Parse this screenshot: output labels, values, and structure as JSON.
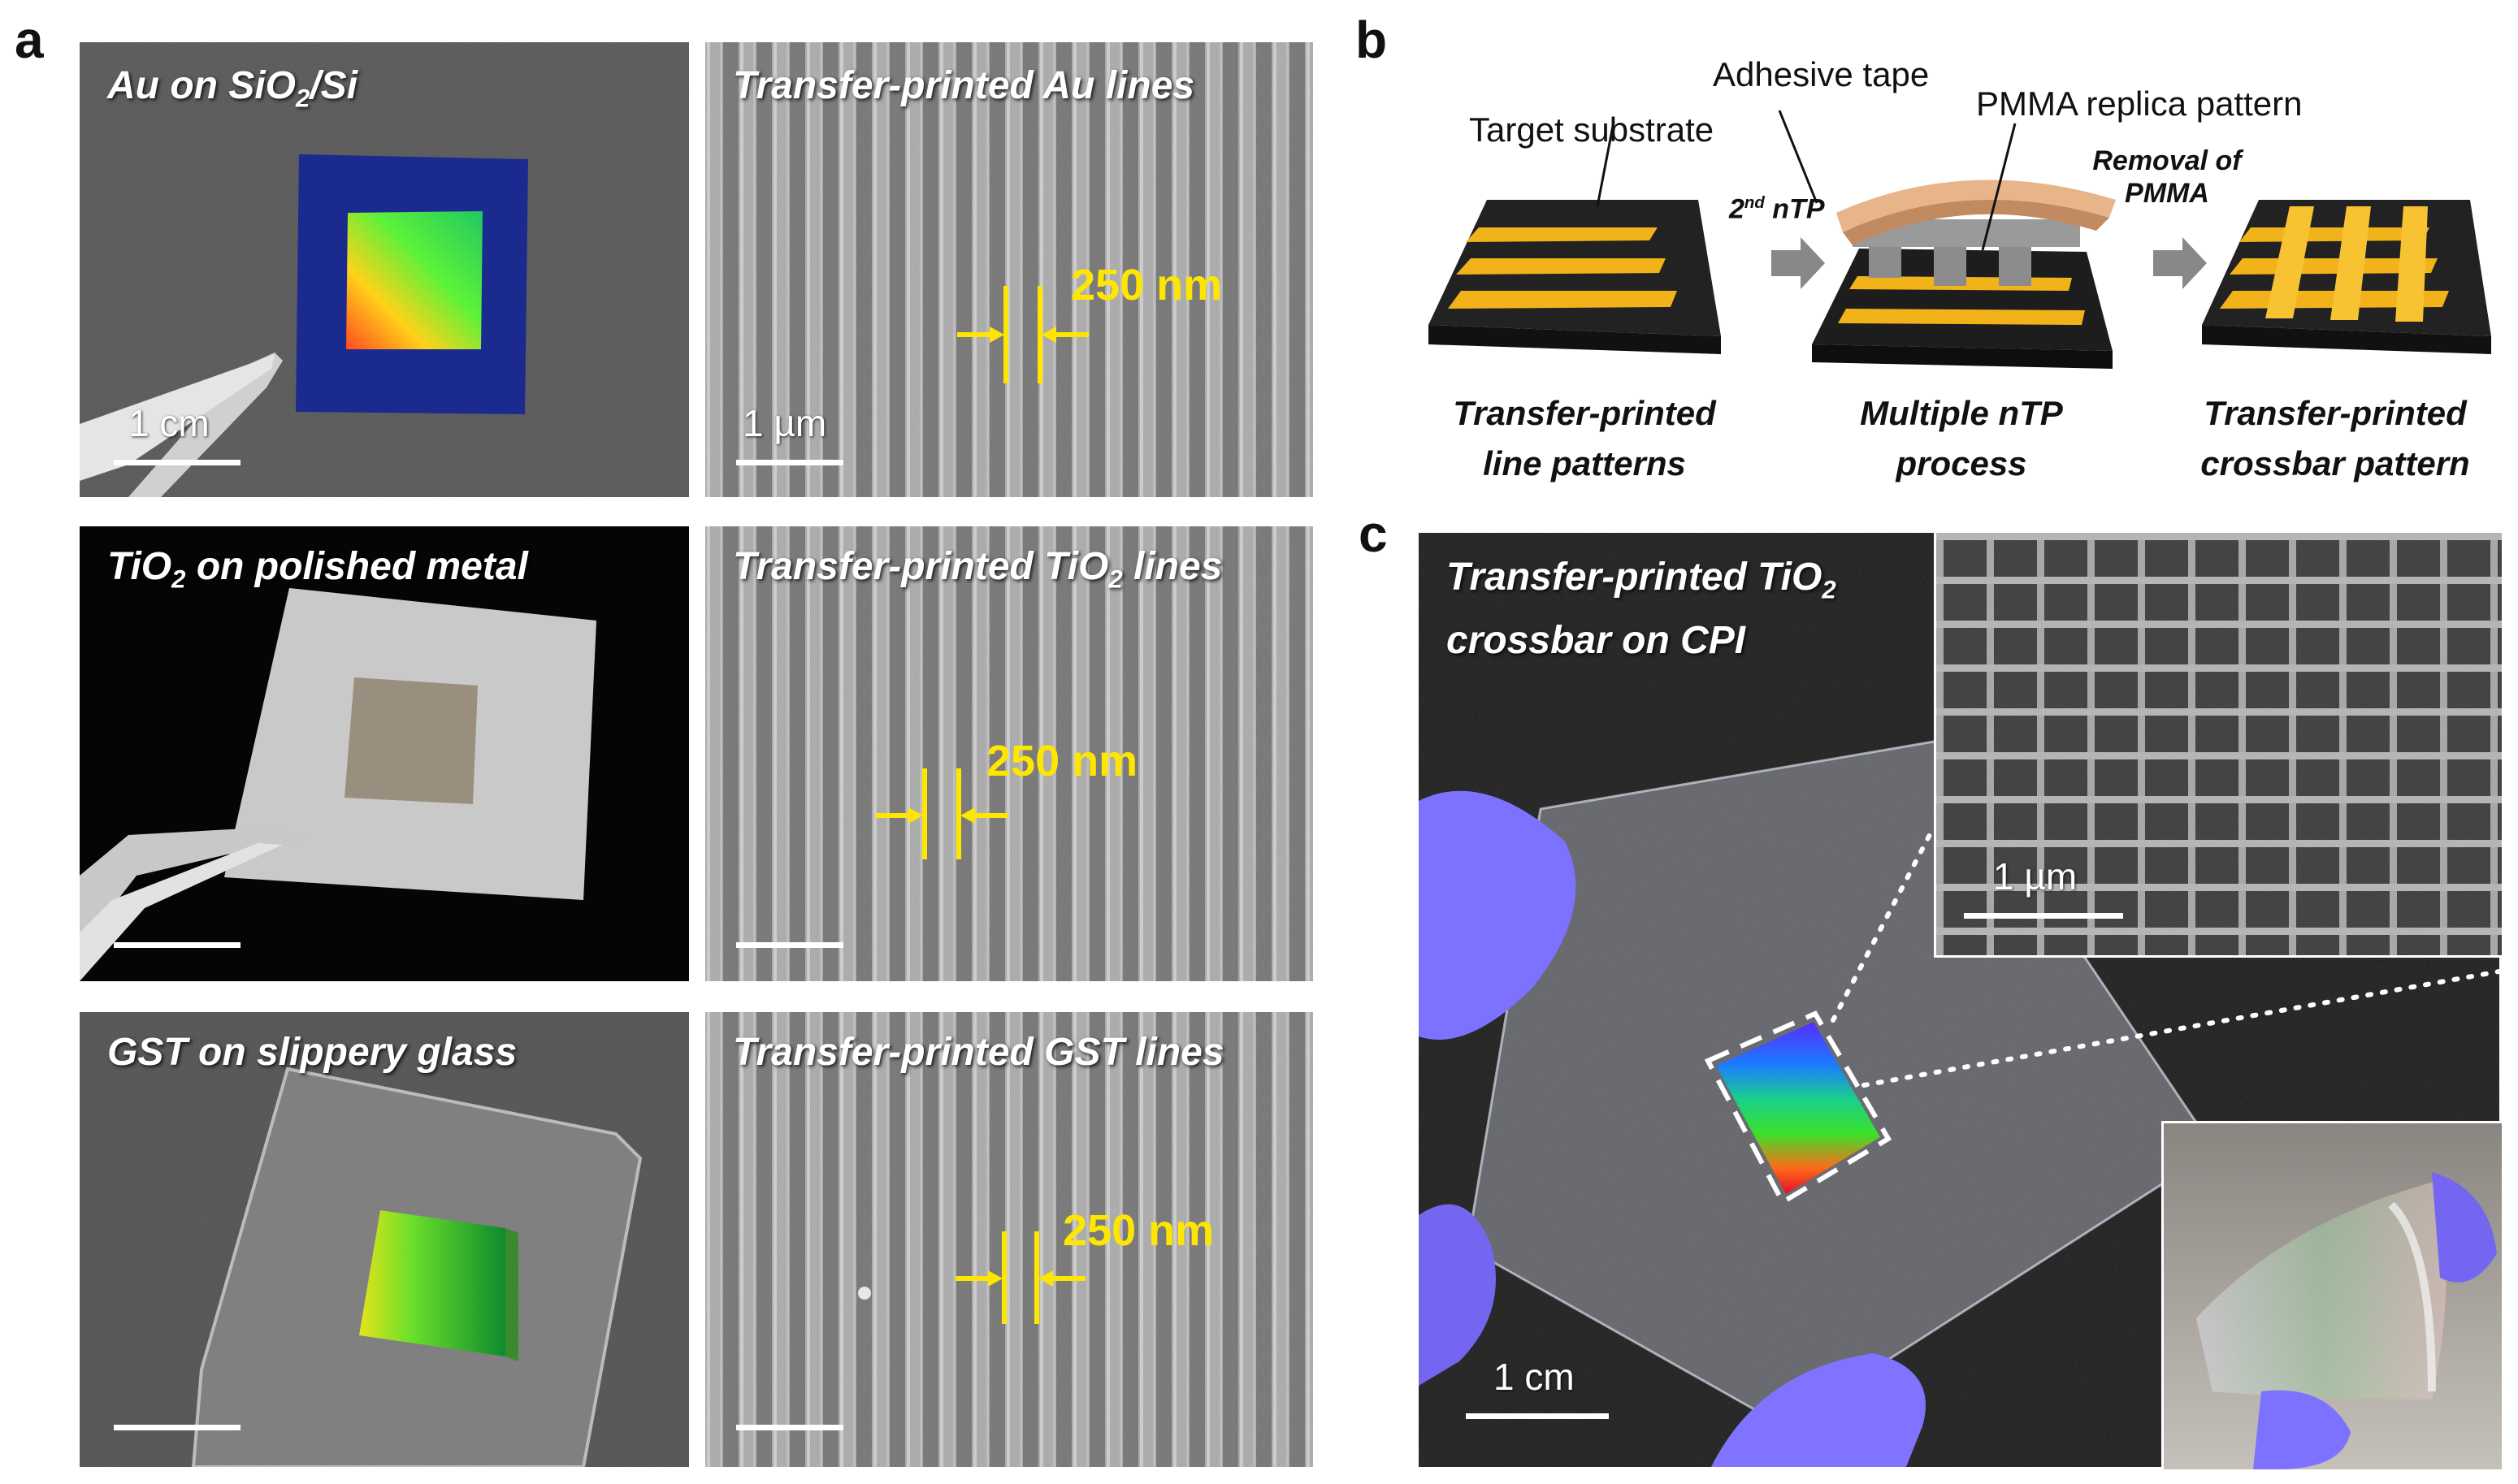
{
  "panel_letters": {
    "a": "a",
    "b": "b",
    "c": "c"
  },
  "panel_a": {
    "tiles": [
      {
        "title_pre": "Au on SiO",
        "title_sub": "2",
        "title_post": "/Si",
        "scale": "1 cm"
      },
      {
        "title_pre": "Transfer-printed Au lines",
        "title_sub": "",
        "title_post": "",
        "scale": "1 µm",
        "dimension": "250 nm"
      },
      {
        "title_pre": "TiO",
        "title_sub": "2",
        "title_post": " on polished metal"
      },
      {
        "title_pre": "Transfer-printed TiO",
        "title_sub": "2",
        "title_post": " lines",
        "dimension": "250 nm"
      },
      {
        "title_pre": "GST on slippery glass",
        "title_sub": "",
        "title_post": ""
      },
      {
        "title_pre": "Transfer-printed GST lines",
        "title_sub": "",
        "title_post": "",
        "dimension": "250 nm"
      }
    ]
  },
  "panel_b": {
    "labels": {
      "target_substrate": "Target substrate",
      "adhesive_tape": "Adhesive tape",
      "pmma_replica": "PMMA replica pattern"
    },
    "arrow1": {
      "pre": "2",
      "sup": "nd",
      "post": " nTP"
    },
    "arrow2": {
      "line1": "Removal of",
      "line2": "PMMA"
    },
    "captions": [
      {
        "line1": "Transfer-printed",
        "line2": "line patterns"
      },
      {
        "line1": "Multiple nTP",
        "line2": "process"
      },
      {
        "line1": "Transfer-printed",
        "line2": "crossbar pattern"
      }
    ]
  },
  "panel_c": {
    "title_line1_pre": "Transfer-printed TiO",
    "title_line1_sub": "2",
    "title_line2": "crossbar on CPI",
    "inset_scale": "1 µm",
    "scale": "1 cm"
  },
  "colors": {
    "gold": "#f2b21a",
    "dim_yellow": "#ffe600",
    "substrate": "#2a2a2a",
    "tape": "#e8b48a",
    "glove": "#7d72ff"
  }
}
